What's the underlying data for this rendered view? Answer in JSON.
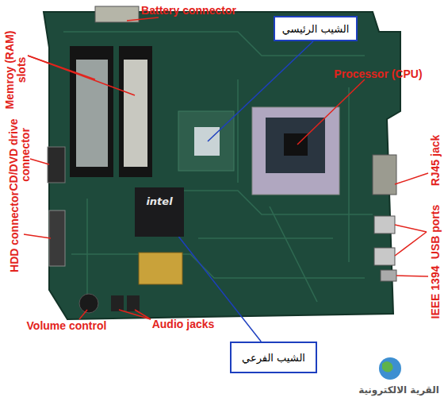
{
  "diagram": {
    "nodes": [
      {
        "text": [
          "الشيب الرئيسي"
        ]
      },
      {
        "text": [
          "intel"
        ]
      },
      {
        "text": [
          "الشيب الفرعي"
        ]
      }
    ],
    "edges": [
      {
        "from": 2,
        "to": 1,
        "arrow": "none"
      }
    ],
    "labels": [
      "Battery connector",
      "Memroy (RAM) slots",
      "Processor (CPU)",
      "CD/DVD drive connector",
      "RJ45 jack",
      "HDD connector",
      "USB ports",
      "IEEE 1394",
      "Volume control",
      "Audio jacks",
      "القرية الالكترونية"
    ]
  }
}
